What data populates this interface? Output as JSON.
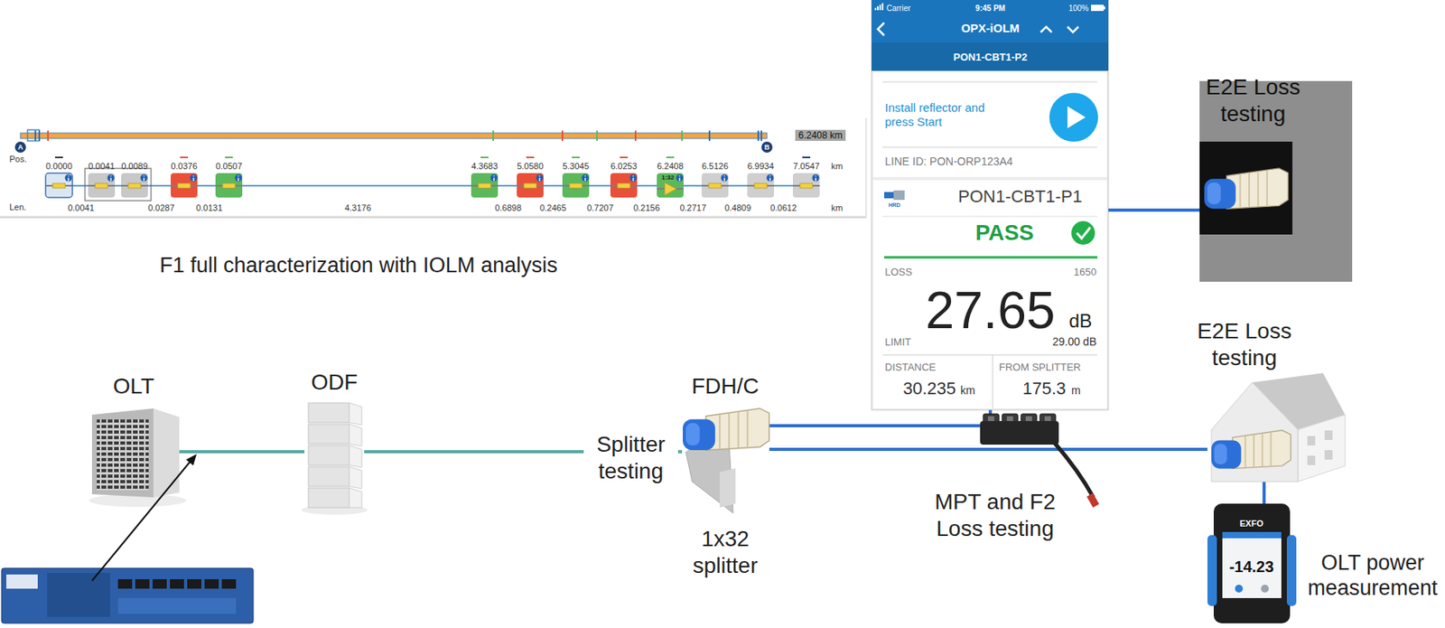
{
  "diagram": {
    "nodes": [
      {
        "text": [
          "OLT"
        ]
      },
      {
        "text": [
          "ODF"
        ]
      },
      {
        "text": [
          "FDH/C",
          "1x32 splitter"
        ]
      },
      {
        "text": [
          "E2E Loss testing"
        ]
      }
    ],
    "edges": [
      {
        "from": 0,
        "to": 1,
        "arrow": "none"
      },
      {
        "from": 1,
        "to": 2,
        "arrow": "none"
      },
      {
        "from": 2,
        "to": 3,
        "arrow": "none"
      }
    ],
    "labels": [
      "Pos.",
      "0.0000",
      "0.0041",
      "0.0089",
      "0.0376",
      "0.0507",
      "4.3683",
      "5.0580",
      "5.3045",
      "6.0253",
      "6.2408",
      "6.5126",
      "6.9934",
      "7.0547",
      "km",
      "Len.",
      "0.0041",
      "0.0287",
      "0.0131",
      "4.3176",
      "0.6898",
      "0.2465",
      "0.7207",
      "0.2156",
      "0.2717",
      "0.4809",
      "0.0612",
      "km",
      "6.2408 km",
      "A",
      "B",
      "1:32",
      "F1 full characterization with IOLM analysis",
      "Carrier",
      "9:45 PM",
      "100%",
      "OPX-iOLM",
      "PON1-CBT1-P2",
      "Install reflector and press Start",
      "LINE ID: PON-ORP123A4",
      "HRD",
      "PON1-CBT1-P1",
      "PASS",
      "LOSS",
      "1650",
      "27.65",
      "dB",
      "LIMIT",
      "29.00 dB",
      "DISTANCE",
      "FROM SPLITTER",
      "30.235",
      "km",
      "175.3",
      "m",
      "E2E Loss testing",
      "Splitter testing",
      "MPT and F2 Loss testing",
      "OLT power measurement",
      "EXFO",
      "-14.23"
    ]
  }
}
